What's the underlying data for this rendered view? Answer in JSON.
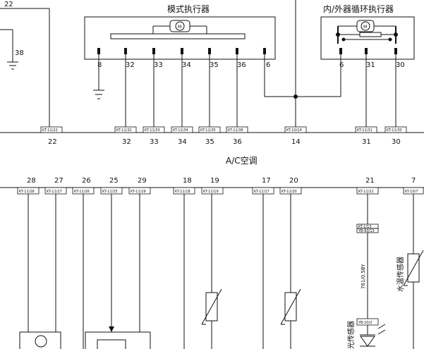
{
  "modules": {
    "mode_actuator": {
      "title": "模式执行器",
      "motor_label": "M",
      "pins": [
        "8",
        "32",
        "33",
        "34",
        "35",
        "36",
        "6"
      ]
    },
    "recirc_actuator": {
      "title": "内/外器循环执行器",
      "motor_label": "M",
      "pins": [
        "6",
        "31",
        "30"
      ]
    }
  },
  "top_left": {
    "wire_label": "22",
    "ground_pin": "38"
  },
  "top_connectors": {
    "labels": [
      "KT-11/22",
      "KT-11/32",
      "KT-11/33",
      "KT-11/34",
      "KT-11/35",
      "KT-11/36",
      "KT-10/14",
      "KT-11/31",
      "KT-11/30"
    ],
    "wire_numbers": [
      "22",
      "32",
      "33",
      "34",
      "35",
      "36",
      "14",
      "31",
      "30"
    ]
  },
  "section_label": "A/C空调",
  "bottom_wires": {
    "numbers": [
      "28",
      "27",
      "26",
      "25",
      "29",
      "18",
      "19",
      "17",
      "20",
      "21",
      "7"
    ],
    "connectors": [
      "KT-11/28",
      "KT-11/27",
      "KT-11/26",
      "KT-11/25",
      "KT-11/29",
      "KT-11/18",
      "KT-11/19",
      "KT-11/17",
      "KT-11/20",
      "KT-11/21",
      "KT-10/7"
    ]
  },
  "inline_connectors": [
    "KT-1/13",
    "YB-60/13",
    "YB-20/2"
  ],
  "wire_spec": "761/0.5BY",
  "sensor_labels": {
    "water_temp": "水温传感器",
    "light": "光传感器"
  }
}
